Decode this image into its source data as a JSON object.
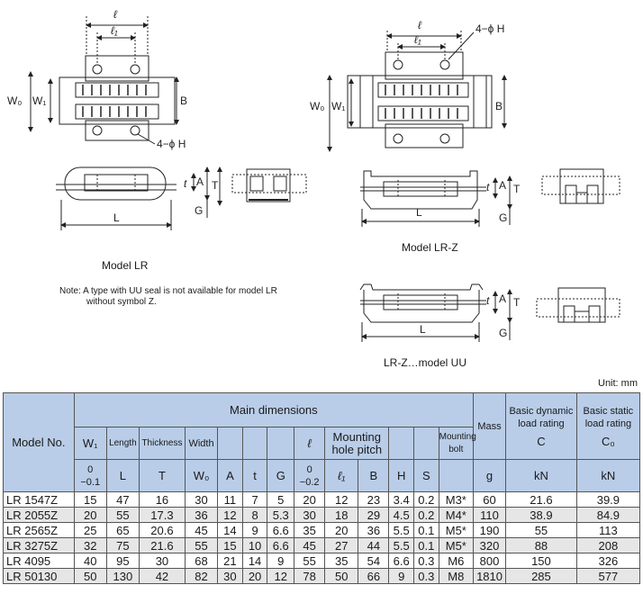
{
  "labels": {
    "model_lr": "Model LR",
    "model_lrz": "Model LR-Z",
    "model_lrz_uu": "LR-Z…model UU",
    "note_line1": "Note: A type with UU seal is not available for model LR",
    "note_line2": "without symbol Z.",
    "unit": "Unit: mm"
  },
  "dims": {
    "l": "ℓ",
    "l1": "ℓ₁",
    "w0": "W₀",
    "w1": "W₁",
    "b": "B",
    "hole": "4−ϕ H",
    "t_small": "t",
    "a": "A",
    "t_big": "T",
    "g": "G",
    "length": "L"
  },
  "table": {
    "h_model": "Model No.",
    "h_main": "Main dimensions",
    "h_mass": "Mass",
    "h_dyn": "Basic dynamic load rating",
    "h_static": "Basic static load rating",
    "h_w1": "W₁",
    "h_length": "Length",
    "h_thickness": "Thickness",
    "h_width": "Width",
    "h_l": "ℓ",
    "h_mount_pitch": "Mounting hole pitch",
    "h_mount_bolt": "Mounting bolt",
    "h_c": "C",
    "h_c0": "C₀",
    "tol_w1_top": "0",
    "tol_w1_bot": "−0.1",
    "s_l": "L",
    "s_t": "T",
    "s_w0": "W₀",
    "s_a": "A",
    "s_tt": "t",
    "s_g": "G",
    "tol_l_top": "0",
    "tol_l_bot": "−0.2",
    "s_l1": "ℓ₁",
    "s_b": "B",
    "s_h": "H",
    "s_s": "S",
    "u_g": "g",
    "u_kn1": "kN",
    "u_kn2": "kN",
    "rows": [
      [
        "LR 1547Z",
        "15",
        "47",
        "16",
        "30",
        "11",
        "7",
        "5",
        "20",
        "12",
        "23",
        "3.4",
        "0.2",
        "M3*",
        "60",
        "21.6",
        "39.9"
      ],
      [
        "LR 2055Z",
        "20",
        "55",
        "17.3",
        "36",
        "12",
        "8",
        "5.3",
        "30",
        "18",
        "29",
        "4.5",
        "0.2",
        "M4*",
        "110",
        "38.9",
        "84.9"
      ],
      [
        "LR 2565Z",
        "25",
        "65",
        "20.6",
        "45",
        "14",
        "9",
        "6.6",
        "35",
        "20",
        "36",
        "5.5",
        "0.1",
        "M5*",
        "190",
        "55",
        "113"
      ],
      [
        "LR 3275Z",
        "32",
        "75",
        "21.6",
        "55",
        "15",
        "10",
        "6.6",
        "45",
        "27",
        "44",
        "5.5",
        "0.1",
        "M5*",
        "320",
        "88",
        "208"
      ],
      [
        "LR 4095",
        "40",
        "95",
        "30",
        "68",
        "21",
        "14",
        "9",
        "55",
        "35",
        "54",
        "6.6",
        "0.3",
        "M6",
        "800",
        "150",
        "326"
      ],
      [
        "LR 50130",
        "50",
        "130",
        "42",
        "82",
        "30",
        "20",
        "12",
        "78",
        "50",
        "66",
        "9",
        "0.3",
        "M8",
        "1810",
        "285",
        "577"
      ]
    ]
  }
}
